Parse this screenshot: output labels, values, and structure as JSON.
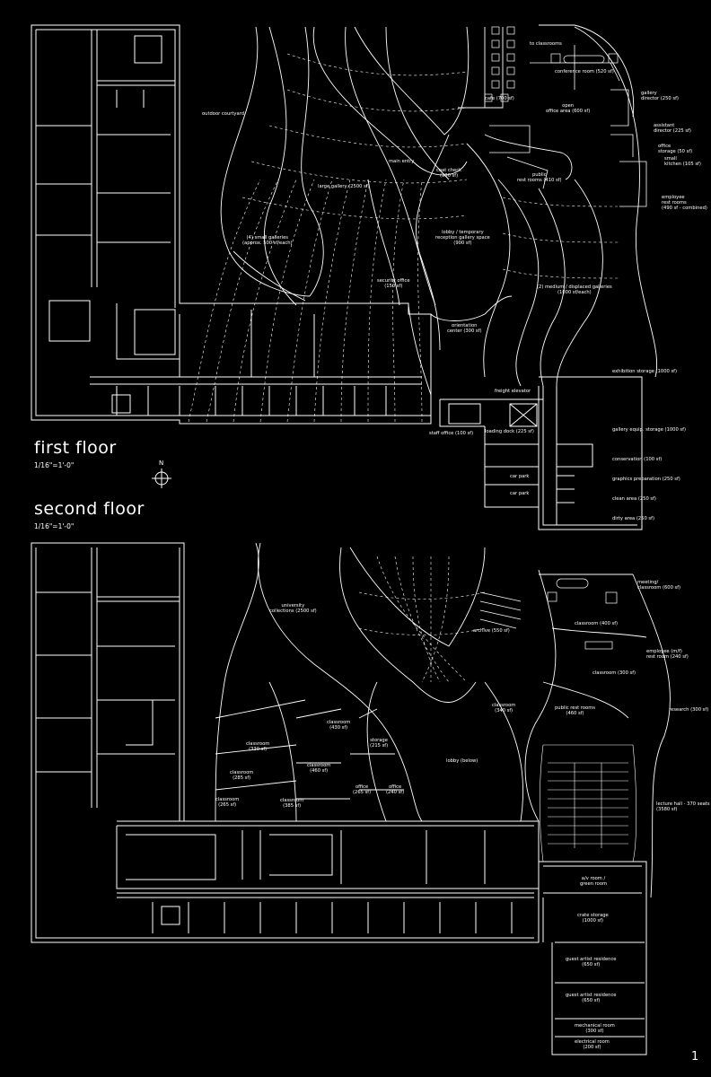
{
  "sheet": {
    "first_floor_title": "first floor",
    "first_floor_scale": "1/16\"=1'-0\"",
    "second_floor_title": "second floor",
    "second_floor_scale": "1/16\"=1'-0\"",
    "north_label": "N",
    "page_number": "1"
  },
  "first_floor": {
    "rooms": {
      "to_classrooms": "to classrooms",
      "conference_room": "conference room (520 sf)",
      "gallery_director": "gallery\ndirector (250 sf)",
      "assistant_director": "assistant\ndirector (225 sf)",
      "office_storage": "office\nstorage (50 sf)",
      "small_kitchen": "small\nkitchen (105 sf)",
      "employee_rest_rooms": "employee\nrest rooms\n(490 sf - combined)",
      "outdoor_courtyard": "outdoor courtyard",
      "cafe": "cafe (700 sf)",
      "open_office_area": "open\noffice area (600 sf)",
      "main_entry": "main entry",
      "coat_check": "coat check\n(300 sf)",
      "public_rest_rooms": "public\nrest rooms (410 sf)",
      "large_gallery": "large gallery (2500 sf)",
      "small_galleries": "(4) small galleries\n(approx. 500 sf/each)",
      "lobby": "lobby / temporary\nreception gallery space\n(900 sf)",
      "security_office": "security office\n(150 sf)",
      "medium_galleries": "(2) medium / displaced galleries\n(1000 sf/each)",
      "orientation_center": "orientation\ncenter (300 sf)",
      "exhibition_storage": "exhibition storage (1000 sf)",
      "freight_elevator": "freight elevator",
      "staff_office": "staff office (100 sf)",
      "loading_dock": "loading dock (225 sf)",
      "gallery_equip_storage": "gallery equip. storage (1000 sf)",
      "conservation": "conservation (100 sf)",
      "graphics_preparation": "graphics preparation (250 sf)",
      "car_park_1": "car park",
      "car_park_2": "car park",
      "clean_area": "clean area (250 sf)",
      "dirty_area": "dirty area (250 sf)"
    }
  },
  "second_floor": {
    "rooms": {
      "meeting_classroom": "meeting/\nclassroom (600 sf)",
      "university_collections": "university\ncollections (2500 sf)",
      "classroom_400": "classroom (400 sf)",
      "archive": "archive (550 sf)",
      "employee_rest_room": "employee (m/f)\nrest room (240 sf)",
      "classroom_300": "classroom (300 sf)",
      "classroom_340": "classroom\n(340 sf)",
      "public_rest_rooms": "public rest rooms\n(460 sf)",
      "research": "research (300 sf)",
      "classroom_330": "classroom\n(330 sf)",
      "classroom_430": "classroom\n(430 sf)",
      "storage": "storage\n(215 sf)",
      "classroom_285": "classroom\n(285 sf)",
      "classroom_460": "classroom\n(460 sf)",
      "office_265": "office\n(265 sf)",
      "office_240": "office\n(240 sf)",
      "lobby_below": "lobby (below)",
      "classroom_265": "classroom\n(265 sf)",
      "classroom_385": "classroom\n(385 sf)",
      "lecture_hall": "lecture hall - 370 seats\n(3580 sf)",
      "av_room": "a/v room /\ngreen room",
      "crate_storage": "crate storage\n(1000 sf)",
      "guest_residence_1": "guest artist residence\n(650 sf)",
      "guest_residence_2": "guest artist residence\n(650 sf)",
      "mechanical_room": "mechanical room\n(300 sf)",
      "electrical_room": "electrical room\n(200 sf)"
    }
  }
}
